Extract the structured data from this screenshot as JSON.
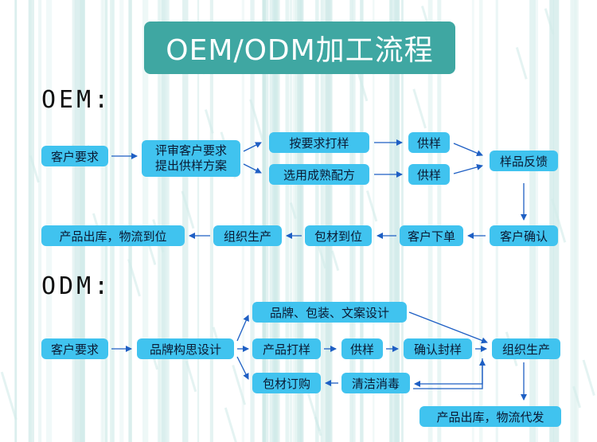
{
  "title": "OEM/ODM加工流程",
  "oem": {
    "label": "OEM:",
    "customer_req": "客户要求",
    "review_line1": "评审客户要求",
    "review_line2": "提出供样方案",
    "sample_by_req": "按要求打样",
    "choose_formula": "选用成熟配方",
    "supply_sample_1": "供样",
    "supply_sample_2": "供样",
    "sample_feedback": "样品反馈",
    "customer_confirm": "客户确认",
    "customer_order": "客户下单",
    "packaging_ready": "包材到位",
    "organize_production": "组织生产",
    "ship_logistics": "产品出库，物流到位"
  },
  "odm": {
    "label": "ODM:",
    "customer_req": "客户要求",
    "brand_concept": "品牌构思设计",
    "brand_design": "品牌、包装、文案设计",
    "product_sample": "产品打样",
    "supply_sample": "供样",
    "confirm_seal": "确认封样",
    "organize_production": "组织生产",
    "packaging_purchase": "包材订购",
    "clean_disinfect": "清洁消毒",
    "ship_logistics": "产品出库，物流代发"
  },
  "colors": {
    "title_bg": "#3fa7a2",
    "node_bg": "#40c3ef",
    "arrow": "#1e5fc4"
  }
}
